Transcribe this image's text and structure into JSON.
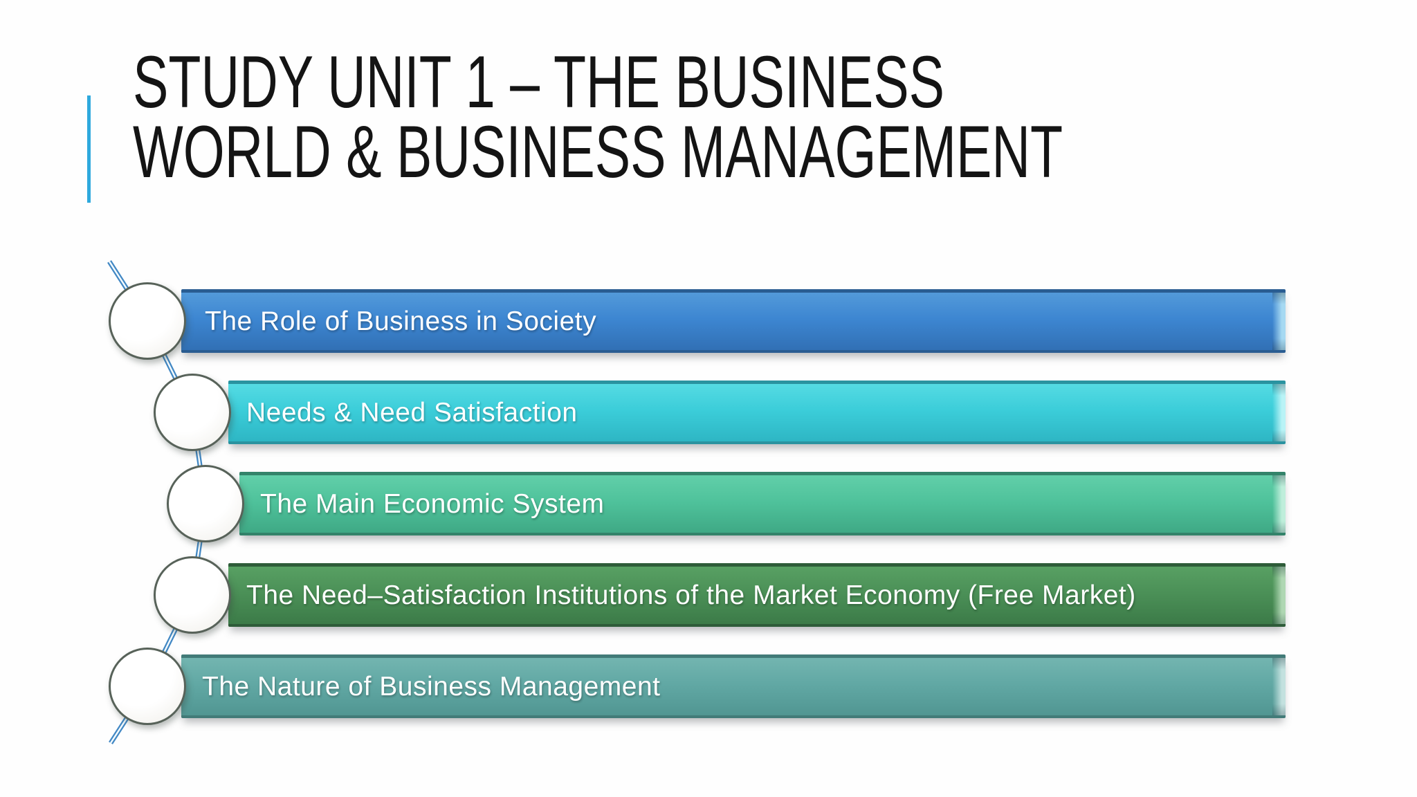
{
  "slide": {
    "title_line1": "STUDY UNIT 1 – THE BUSINESS",
    "title_line2": "WORLD & BUSINESS MANAGEMENT",
    "title_color": "#141414",
    "accent_bar_color": "#2ea9dd",
    "background_color": "#fefefe"
  },
  "connector": {
    "color": "#4288c4",
    "inner_color": "#f4fafd"
  },
  "list": {
    "text_color": "#ffffff",
    "items": [
      {
        "label": "The Role of Business in Society",
        "colors": {
          "top": "#539ada",
          "face": "#3d86d1",
          "bottom": "#3170b5",
          "edge": "#2a5d92",
          "highlight": "#a6d9f2"
        }
      },
      {
        "label": "Needs & Need Satisfaction",
        "colors": {
          "top": "#55dbe3",
          "face": "#3bcdd9",
          "bottom": "#2eb6c4",
          "edge": "#2a93a0",
          "highlight": "#b9f3f6"
        }
      },
      {
        "label": "The Main Economic System",
        "colors": {
          "top": "#61cfa9",
          "face": "#4fc29b",
          "bottom": "#3fa985",
          "edge": "#33836a",
          "highlight": "#bfeedb"
        }
      },
      {
        "label": "The Need–Satisfaction Institutions of the Market Economy (Free Market)",
        "colors": {
          "top": "#58a063",
          "face": "#4b9057",
          "bottom": "#3c7b48",
          "edge": "#2e5c39",
          "highlight": "#afd7b3"
        }
      },
      {
        "label": "The Nature of Business Management",
        "colors": {
          "top": "#73b5b0",
          "face": "#61a8a4",
          "bottom": "#519692",
          "edge": "#427b78",
          "highlight": "#c3e1df"
        }
      }
    ]
  }
}
